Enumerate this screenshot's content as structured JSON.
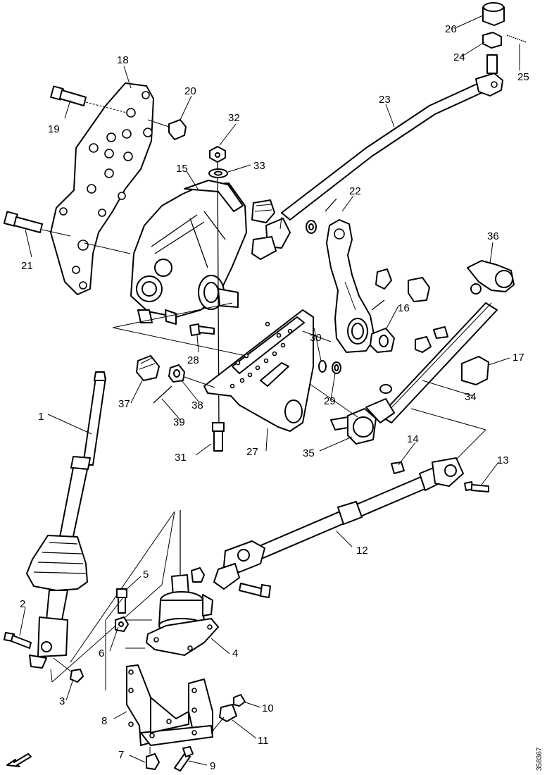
{
  "callouts": [
    {
      "id": "1",
      "label": "1"
    },
    {
      "id": "2",
      "label": "2"
    },
    {
      "id": "3",
      "label": "3"
    },
    {
      "id": "4",
      "label": "4"
    },
    {
      "id": "5",
      "label": "5"
    },
    {
      "id": "6",
      "label": "6"
    },
    {
      "id": "7",
      "label": "7"
    },
    {
      "id": "8",
      "label": "8"
    },
    {
      "id": "9",
      "label": "9"
    },
    {
      "id": "10",
      "label": "10"
    },
    {
      "id": "11",
      "label": "11"
    },
    {
      "id": "12",
      "label": "12"
    },
    {
      "id": "13",
      "label": "13"
    },
    {
      "id": "14",
      "label": "14"
    },
    {
      "id": "15",
      "label": "15"
    },
    {
      "id": "16",
      "label": "16"
    },
    {
      "id": "17",
      "label": "17"
    },
    {
      "id": "18",
      "label": "18"
    },
    {
      "id": "19",
      "label": "19"
    },
    {
      "id": "20",
      "label": "20"
    },
    {
      "id": "21",
      "label": "21"
    },
    {
      "id": "22",
      "label": "22"
    },
    {
      "id": "23",
      "label": "23"
    },
    {
      "id": "24",
      "label": "24"
    },
    {
      "id": "25",
      "label": "25"
    },
    {
      "id": "26",
      "label": "26"
    },
    {
      "id": "27",
      "label": "27"
    },
    {
      "id": "28",
      "label": "28"
    },
    {
      "id": "29",
      "label": "29"
    },
    {
      "id": "30",
      "label": "30"
    },
    {
      "id": "31",
      "label": "31"
    },
    {
      "id": "32",
      "label": "32"
    },
    {
      "id": "33",
      "label": "33"
    },
    {
      "id": "34",
      "label": "34"
    },
    {
      "id": "35",
      "label": "35"
    },
    {
      "id": "36",
      "label": "36"
    },
    {
      "id": "37",
      "label": "37"
    },
    {
      "id": "38",
      "label": "38"
    },
    {
      "id": "39",
      "label": "39"
    }
  ],
  "document_number": "358367"
}
